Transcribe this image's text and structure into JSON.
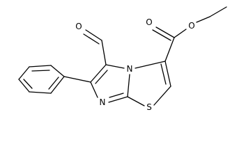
{
  "atoms": {
    "aldehyde_oxygen": "O",
    "ring_nitrogen_bridgehead": "N",
    "ring_nitrogen": "N",
    "ring_sulfur": "S",
    "carbonyl_oxygen": "O",
    "ester_oxygen": "O"
  },
  "colors": {
    "bond": "#000000",
    "label": "#000000",
    "background": "#ffffff"
  }
}
